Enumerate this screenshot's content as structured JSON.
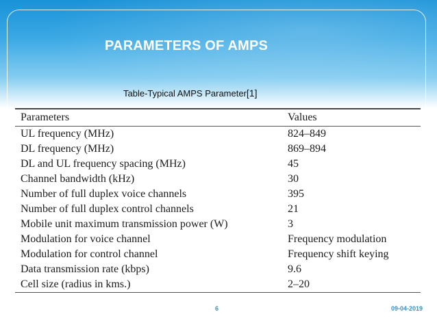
{
  "slide": {
    "title": "PARAMETERS OF AMPS",
    "caption": "Table-Typical AMPS Parameter",
    "caption_ref": "[1]",
    "page_number": "6",
    "date": "09-04-2019"
  },
  "table": {
    "headers": [
      "Parameters",
      "Values"
    ],
    "rows": [
      [
        "UL frequency (MHz)",
        "824–849"
      ],
      [
        "DL frequency (MHz)",
        "869–894"
      ],
      [
        "DL and UL frequency spacing (MHz)",
        "45"
      ],
      [
        "Channel bandwidth (kHz)",
        "30"
      ],
      [
        "Number of full duplex voice channels",
        "395"
      ],
      [
        "Number of full duplex control channels",
        "21"
      ],
      [
        "Mobile unit maximum transmission power (W)",
        "3"
      ],
      [
        "Modulation for voice channel",
        "Frequency modulation"
      ],
      [
        "Modulation for control channel",
        "Frequency shift keying"
      ],
      [
        "Data transmission rate (kbps)",
        "9.6"
      ],
      [
        "Cell size (radius in kms.)",
        "2–20"
      ]
    ]
  },
  "colors": {
    "header_blue": "#1992d8",
    "footer_text": "#3a8fc4"
  }
}
